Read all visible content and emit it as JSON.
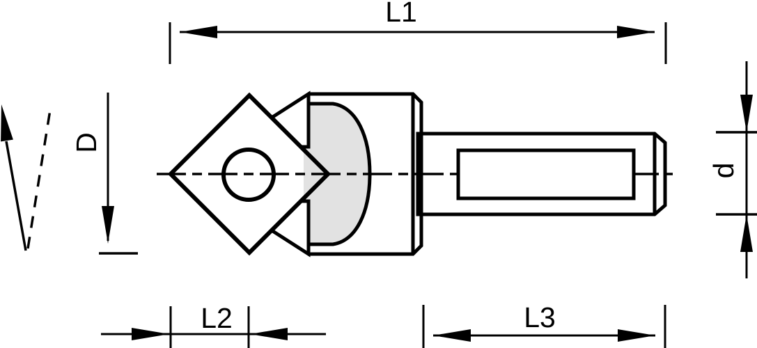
{
  "drawing": {
    "labels": {
      "l1": "L1",
      "l2": "L2",
      "l3": "L3",
      "big_d": "D",
      "small_d": "d"
    },
    "colors": {
      "outline": "#000000",
      "background": "#ffffff",
      "insert": "#a5a5a5",
      "insert_hole": "#b6b6b6",
      "body": "#c9c9c9",
      "cone_face": "#e8e8e8",
      "pocket_face": "#e2e2e2",
      "shank_flat": "#d9d9d9"
    }
  }
}
